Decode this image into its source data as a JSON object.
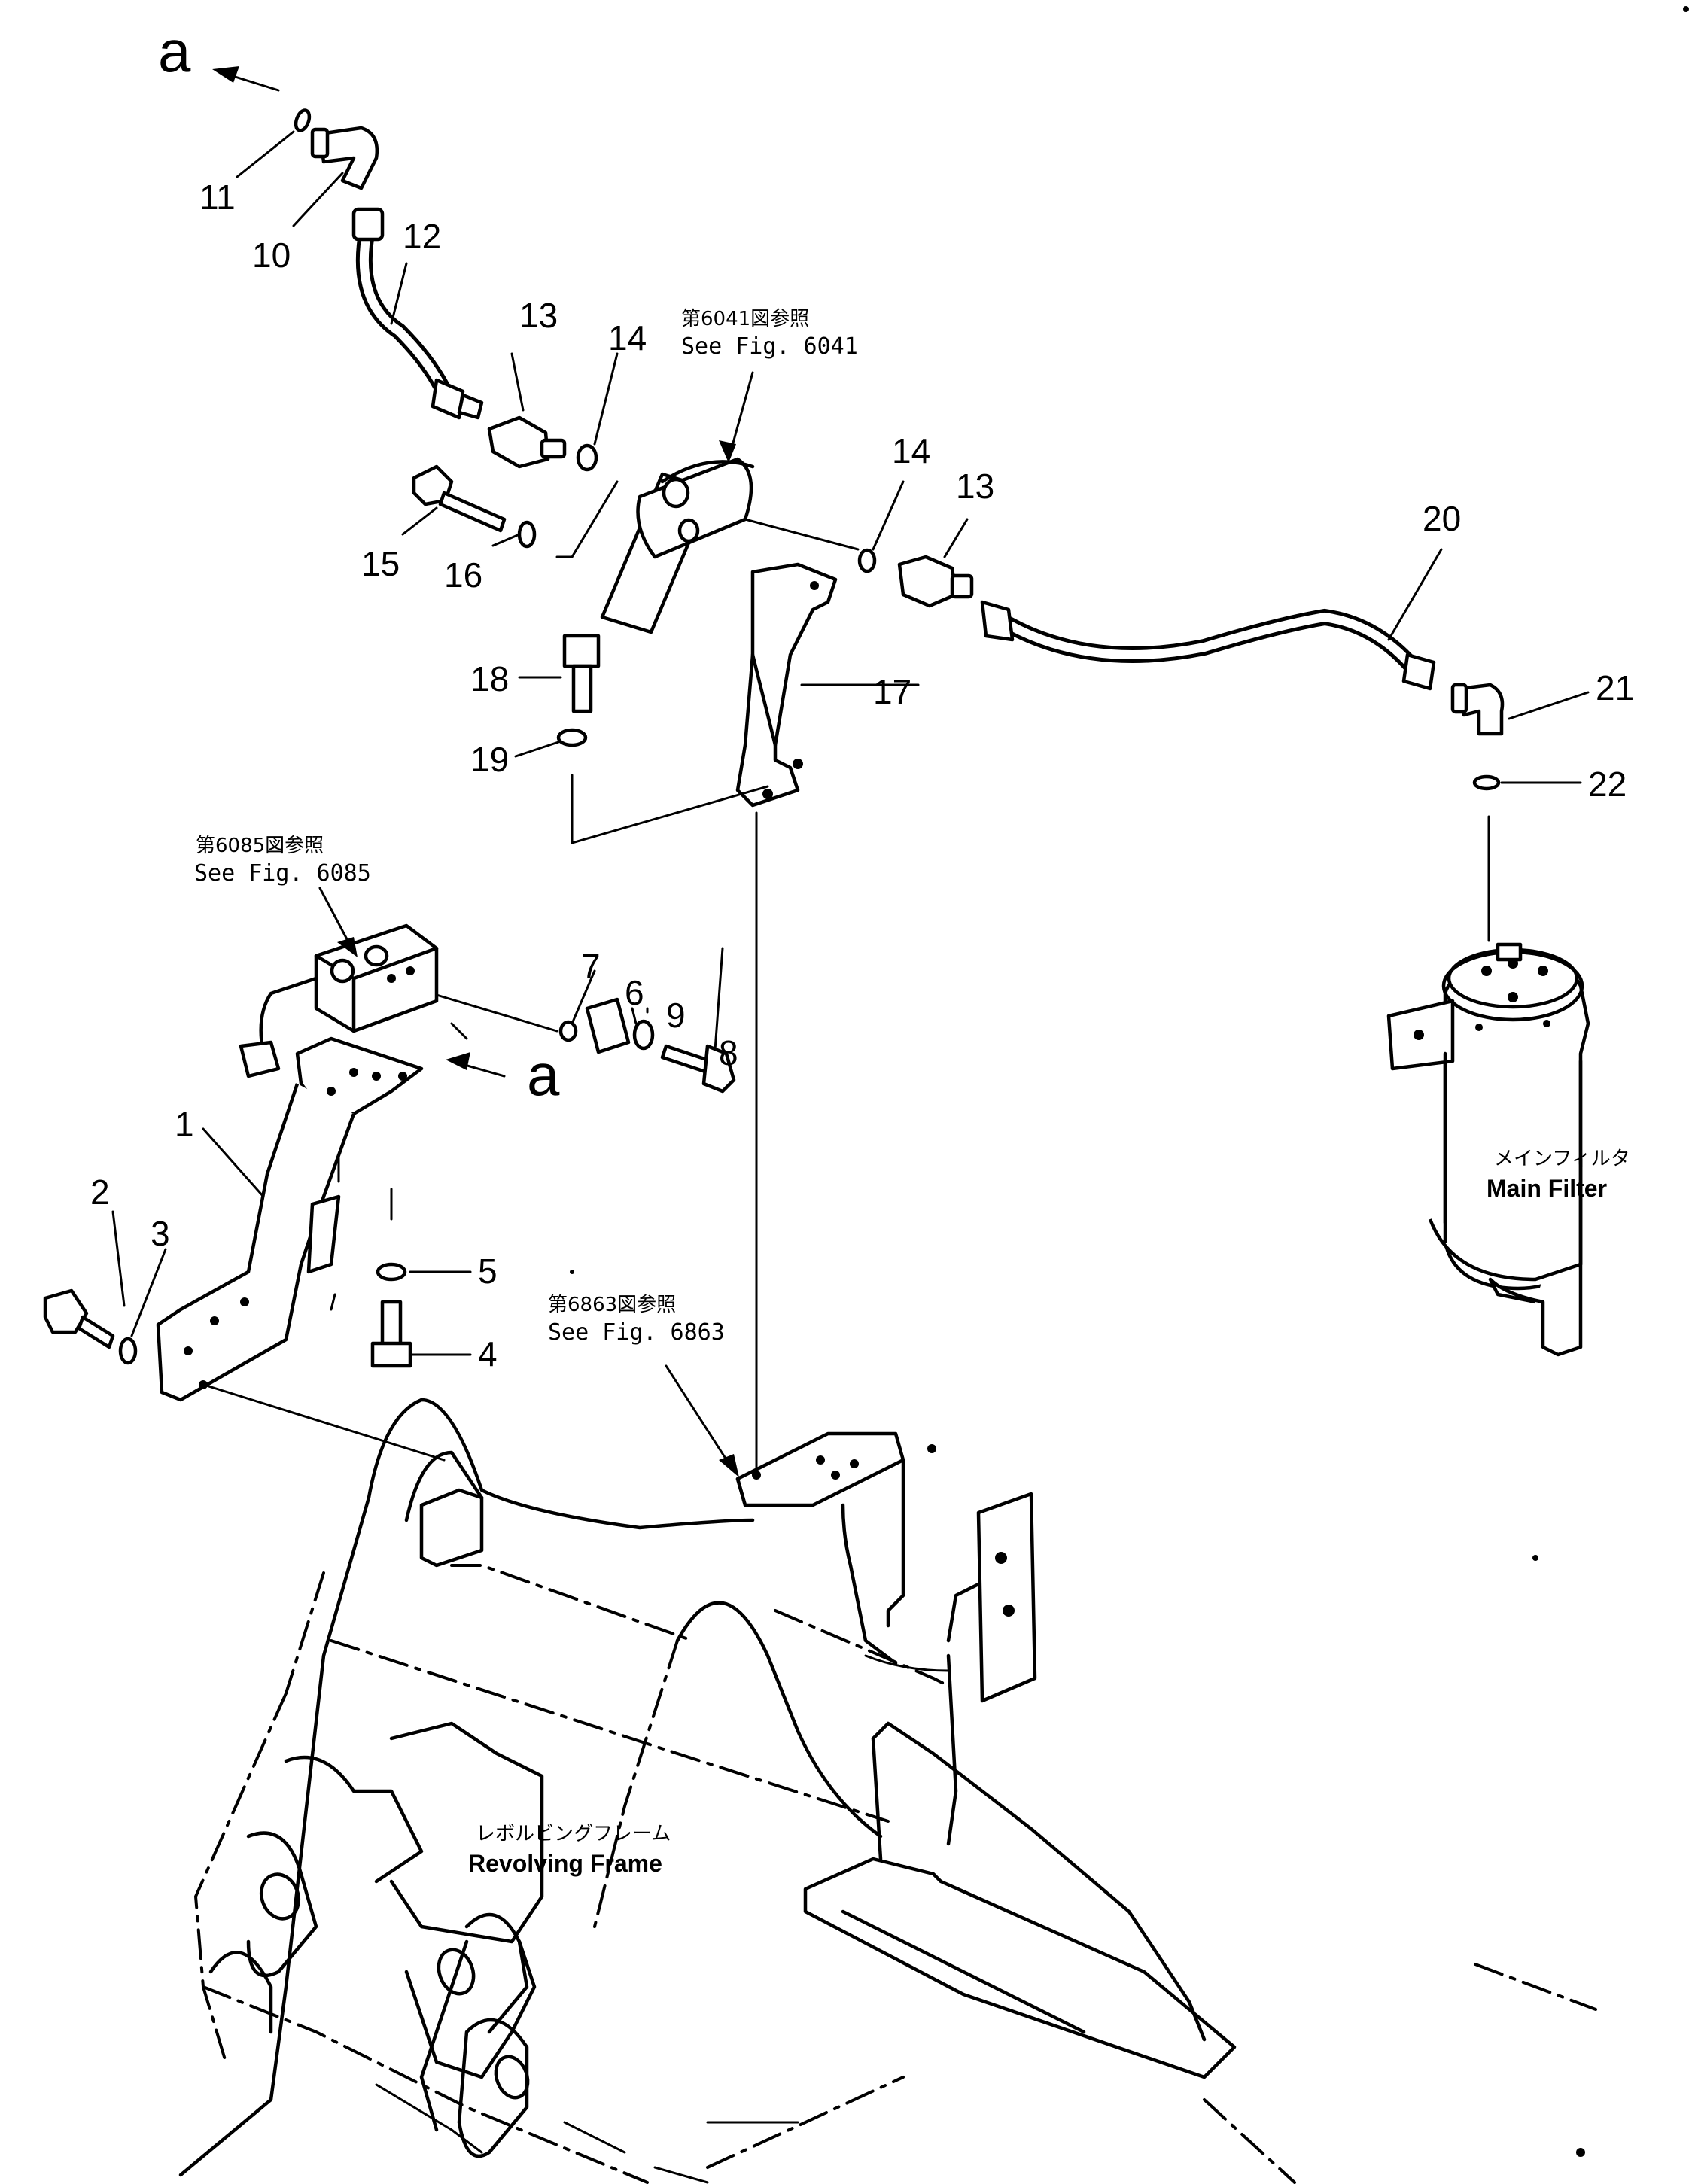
{
  "callouts": {
    "c1": "1",
    "c2": "2",
    "c3": "3",
    "c4": "4",
    "c5": "5",
    "c6": "6",
    "c7": "7",
    "c8": "8",
    "c9": "9",
    "c10": "10",
    "c11": "11",
    "c12": "12",
    "c13a": "13",
    "c13b": "13",
    "c14a": "14",
    "c14b": "14",
    "c15": "15",
    "c16": "16",
    "c17": "17",
    "c18": "18",
    "c19": "19",
    "c20": "20",
    "c21": "21",
    "c22": "22"
  },
  "connectors": {
    "a_top": "a",
    "a_mid": "a"
  },
  "references": {
    "fig6041_jp": "第6041図参照",
    "fig6041_en": "See Fig. 6041",
    "fig6085_jp": "第6085図参照",
    "fig6085_en": "See Fig. 6085",
    "fig6863_jp": "第6863図参照",
    "fig6863_en": "See Fig. 6863"
  },
  "components": {
    "main_filter_jp": "メインフィルタ",
    "main_filter_en": "Main Filter",
    "frame_jp": "レボルビングフレーム",
    "frame_en": "Revolving Frame"
  }
}
